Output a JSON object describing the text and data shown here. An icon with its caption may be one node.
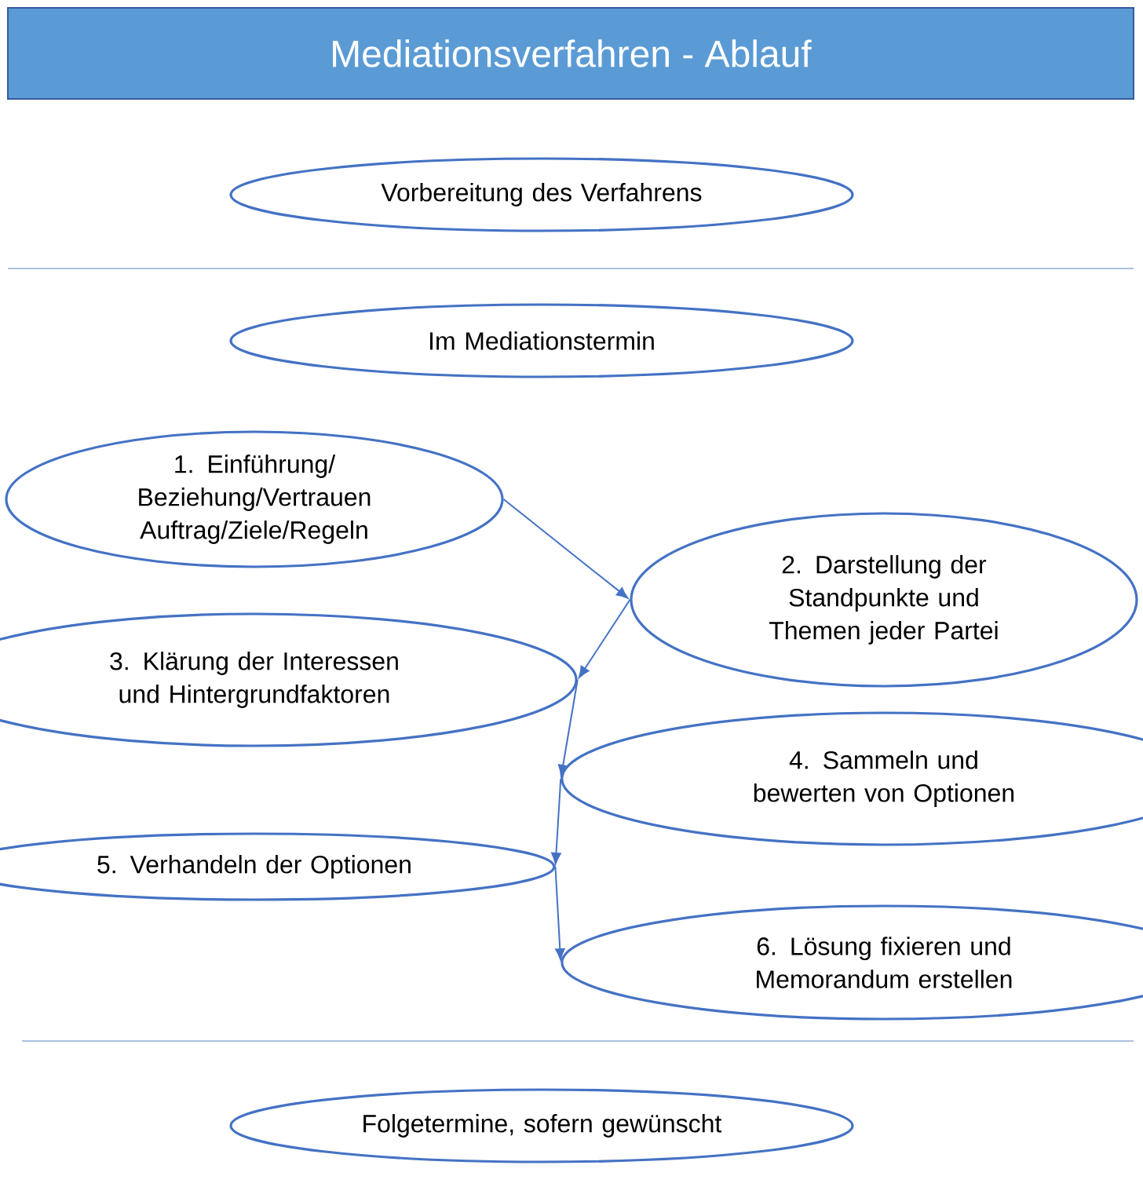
{
  "diagram": {
    "title": "Mediationsverfahren - Ablauf",
    "nodes": [
      {
        "text": [
          "Vorbereitung des Verfahrens"
        ]
      },
      {
        "text": [
          "Im Mediationstermin"
        ]
      },
      {
        "text": [
          "1. Einführung/ Beziehung/Vertrauen Auftrag/Ziele/Regeln"
        ]
      },
      {
        "text": [
          "2. Darstellung der Standpunkte und Themen jeder Partei"
        ]
      },
      {
        "text": [
          "3. Klärung der Interessen und Hintergrundfaktoren"
        ]
      },
      {
        "text": [
          "4. Sammeln und bewerten von Optionen"
        ]
      },
      {
        "text": [
          "5. Verhandeln der Optionen"
        ]
      },
      {
        "text": [
          "6. Lösung fixieren und Memorandum erstellen"
        ]
      },
      {
        "text": [
          "Folgetermine, sofern gewünscht"
        ]
      }
    ],
    "edges": [
      {
        "from": 2,
        "to": 3,
        "arrow": "to"
      },
      {
        "from": 3,
        "to": 4,
        "arrow": "to"
      },
      {
        "from": 4,
        "to": 5,
        "arrow": "to"
      },
      {
        "from": 5,
        "to": 6,
        "arrow": "to"
      },
      {
        "from": 6,
        "to": 7,
        "arrow": "to"
      }
    ]
  }
}
